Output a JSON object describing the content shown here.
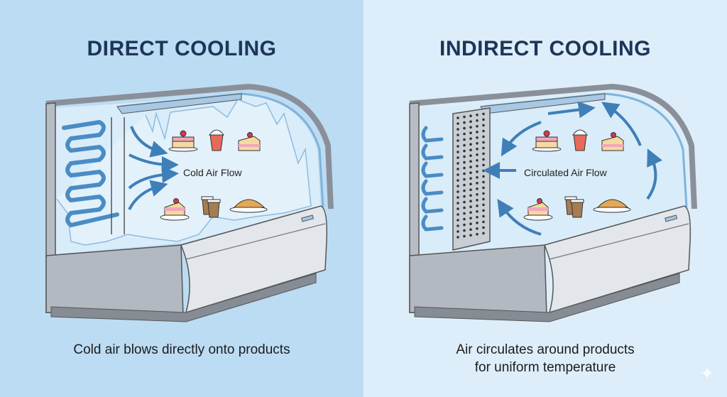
{
  "left": {
    "title": "DIRECT COOLING",
    "flow_label": "Cold Air Flow",
    "caption": "Cold air blows directly onto products"
  },
  "right": {
    "title": "INDIRECT COOLING",
    "flow_label": "Circulated Air Flow",
    "caption_line1": "Air circulates around products",
    "caption_line2": "for uniform temperature"
  },
  "colors": {
    "left_bg": "#bcdcf3",
    "right_bg": "#ddeefa",
    "title": "#1d3557",
    "arrow": "#3f7fb8"
  },
  "icons": [
    "evaporator-coil-icon",
    "perforated-panel-icon",
    "cake-icon",
    "drink-cup-icon",
    "cake-slice-icon",
    "coffee-cups-icon",
    "croissant-icon",
    "sparkle-icon"
  ]
}
